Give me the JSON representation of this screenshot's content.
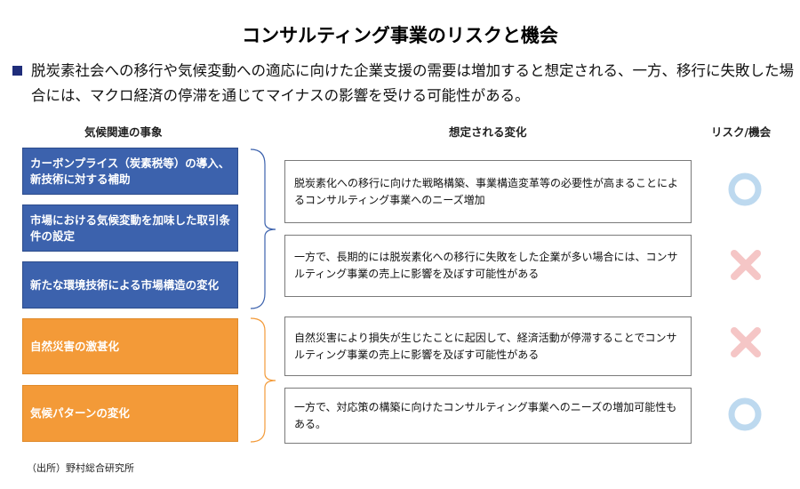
{
  "title": "コンサルティング事業のリスクと機会",
  "lead": "脱炭素社会への移行や気候変動への適応に向けた企業支援の需要は増加すると想定される、一方、移行に失敗した場合には、マクロ経済の停滞を通じてマイナスの影響を受ける可能性がある。",
  "headers": {
    "events": "気候関連の事象",
    "changes": "想定される変化",
    "risk": "リスク/機会"
  },
  "events": [
    "カーボンプライス（炭素税等）の導入、新技術に対する補助",
    "市場における気候変動を加味した取引条件の設定",
    "新たな環境技術による市場構造の変化",
    "自然災害の激甚化",
    "気候パターンの変化"
  ],
  "changes": [
    {
      "text": "脱炭素化への移行に向けた戦略構築、事業構造変革等の必要性が高まることによるコンサルティング事業へのニーズ増加",
      "mark": "opportunity-circle"
    },
    {
      "text": "一方で、長期的には脱炭素化への移行に失敗をした企業が多い場合には、コンサルティング事業の売上に影響を及ぼす可能性がある",
      "mark": "risk-cross"
    },
    {
      "text": "自然災害により損失が生じたことに起因して、経済活動が停滞することでコンサルティング事業の売上に影響を及ぼす可能性がある",
      "mark": "risk-cross"
    },
    {
      "text": "一方で、対応策の構築に向けたコンサルティング事業へのニーズの増加可能性もある。",
      "mark": "opportunity-circle"
    }
  ],
  "colors": {
    "blue": "#3c62ad",
    "orange": "#f39a38",
    "circle": "#bdd9ef",
    "cross": "#f5c6c6"
  },
  "source": "（出所）野村総合研究所"
}
